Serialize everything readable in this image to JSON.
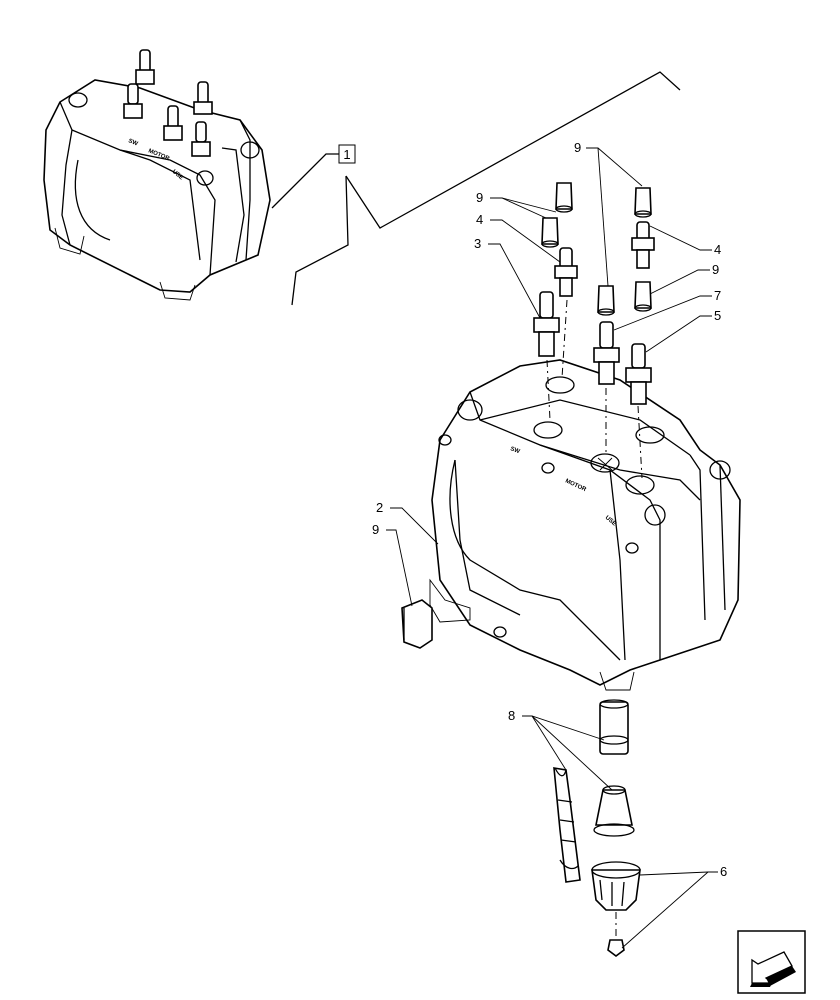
{
  "reference_box": "1",
  "callouts": {
    "c9_top_right": "9",
    "c9_top_left": "9",
    "c4_left": "4",
    "c3": "3",
    "c4_right": "4",
    "c9_mid_right": "9",
    "c7": "7",
    "c5": "5",
    "c2": "2",
    "c9_side": "9",
    "c8": "8",
    "c6": "6"
  },
  "decal_text": {
    "small_a": "SW",
    "small_b": "MOTOR",
    "small_c": "USE",
    "large_a": "SW",
    "large_b": "MOTOR",
    "large_c": "USE"
  },
  "icons": {
    "navigation": "return-arrow-icon"
  }
}
